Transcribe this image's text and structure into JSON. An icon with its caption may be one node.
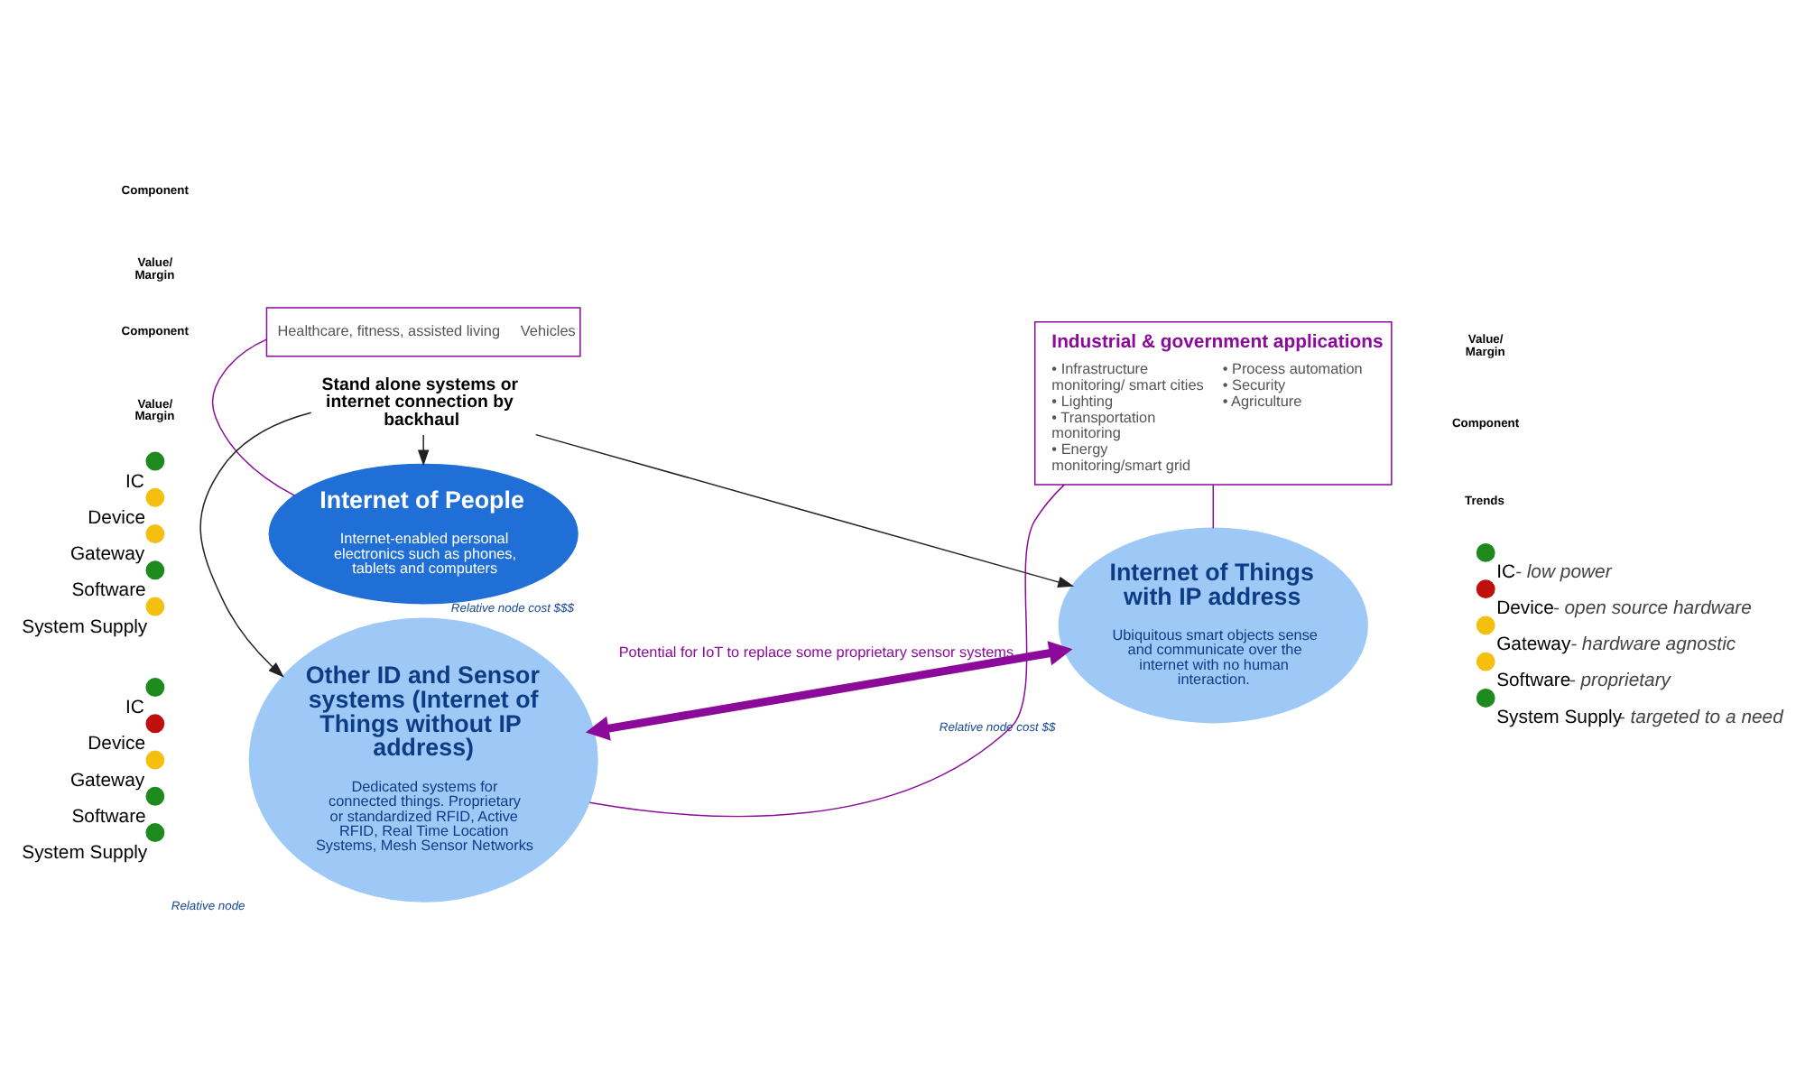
{
  "diagram": {
    "nodes": [
      {
        "text": [
          "Healthcare, fitness, assisted living",
          "Vehicles"
        ]
      },
      {
        "text": [
          "Internet of People",
          "Internet-enabled personal electronics such as phones, tablets and computers"
        ],
        "beside": [
          "Relative node cost $$$"
        ]
      },
      {
        "text": [],
        "shape": "circle",
        "beside": [
          "IC"
        ]
      },
      {
        "text": [],
        "shape": "circle",
        "beside": [
          "Device"
        ]
      },
      {
        "text": [],
        "shape": "circle",
        "beside": [
          "Gateway"
        ]
      },
      {
        "text": [],
        "shape": "circle",
        "beside": [
          "Software"
        ]
      },
      {
        "text": [],
        "shape": "circle",
        "beside": [
          "System Supply"
        ]
      },
      {
        "text": [
          "Internet of Things with IP address",
          "Ubiquitous smart objects sense and communicate over the internet with no human interaction."
        ],
        "beside": [
          "Relative node cost $$"
        ]
      },
      {
        "text": [],
        "shape": "circle",
        "beside": [
          "IC",
          "- low power"
        ]
      },
      {
        "text": [],
        "shape": "circle",
        "beside": [
          "Device",
          "- open source hardware"
        ]
      },
      {
        "text": [],
        "shape": "circle",
        "beside": [
          "Gateway",
          "- hardware agnostic"
        ]
      },
      {
        "text": [],
        "shape": "circle",
        "beside": [
          "Software",
          "- proprietary"
        ]
      },
      {
        "text": [],
        "shape": "circle",
        "beside": [
          "System Supply",
          "- targeted to a need"
        ]
      },
      {
        "text": [
          "Stand alone systems or internet connection by backhaul"
        ]
      },
      {
        "text": [
          "Other ID and Sensor systems (Internet of Things without IP address)",
          "Dedicated systems for connected things. Proprietary or standardized RFID, Active RFID, Real Time Location Systems, Mesh Sensor Networks"
        ],
        "beside": [
          "Relative node"
        ]
      },
      {
        "text": [],
        "shape": "circle",
        "beside": [
          "IC"
        ]
      },
      {
        "text": [],
        "shape": "circle",
        "beside": [
          "Device"
        ]
      },
      {
        "text": [],
        "shape": "circle",
        "beside": [
          "Gateway"
        ]
      },
      {
        "text": [],
        "shape": "circle",
        "beside": [
          "Software"
        ]
      },
      {
        "text": [],
        "shape": "circle",
        "beside": [
          "System Supply"
        ]
      },
      {
        "text": [
          "Industrial & government applications",
          "• Infrastructure monitoring/ smart cities",
          "• Lighting",
          "• Transportation monitoring",
          "• Energy monitoring/smart grid",
          "• Process automation",
          "• Security",
          "• Agriculture"
        ]
      }
    ],
    "edges": [
      {
        "from": 13,
        "to": 1,
        "arrow": "to",
        "color": "#222222"
      },
      {
        "from": 13,
        "to": 7,
        "arrow": "to",
        "color": "#222222"
      },
      {
        "from": 13,
        "to": 14,
        "arrow": "to",
        "color": "#222222"
      },
      {
        "from": 14,
        "to": 7,
        "arrow": "both",
        "label": "Potential for IoT to replace some proprietary sensor systems",
        "style": "thick",
        "color": "#8b0a9a"
      },
      {
        "from": 0,
        "to": 1,
        "arrow": "none",
        "color": "#8b0a9a"
      },
      {
        "from": 7,
        "to": 20,
        "arrow": "none",
        "color": "#8b0a9a"
      },
      {
        "from": 14,
        "to": 20,
        "arrow": "none",
        "color": "#8b0a9a"
      }
    ],
    "labels": [
      "Component",
      "Value/ Margin",
      "Value/ Margin",
      "Component",
      "Trends",
      "Component",
      "Value/ Margin"
    ]
  }
}
